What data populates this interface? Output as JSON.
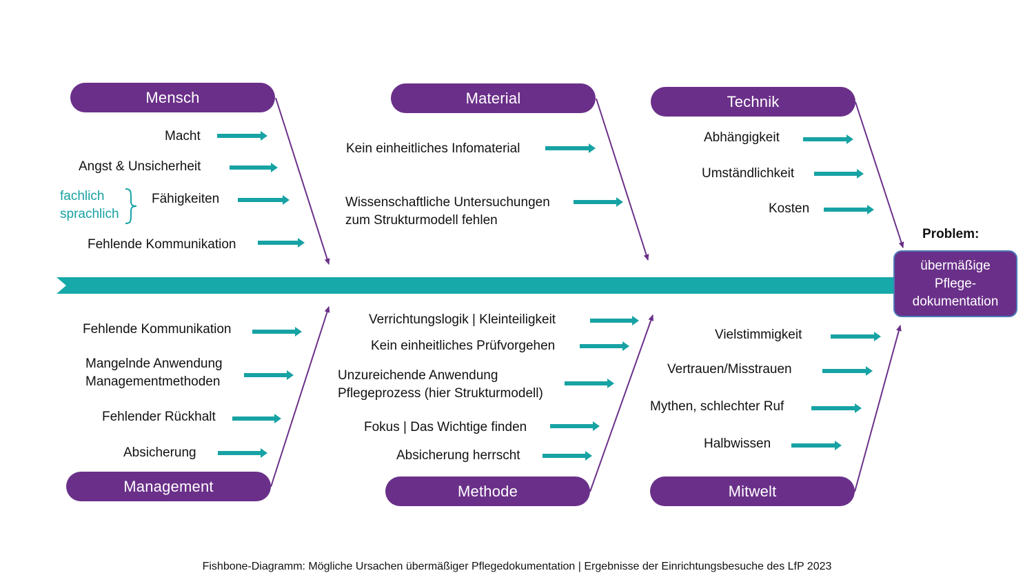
{
  "problem": {
    "label": "Problem:",
    "text": "übermäßige\nPflege-\ndokumentation"
  },
  "caption": "Fishbone-Diagramm: Mögliche Ursachen übermäßiger Pflegedokumentation | Ergebnisse der Einrichtungsbesuche des LfP 2023",
  "categories": {
    "mensch": {
      "label": "Mensch",
      "causes": [
        "Macht",
        "Angst & Unsicherheit",
        "Fähigkeiten",
        "Fehlende Kommunikation"
      ],
      "sub_items": [
        "fachlich",
        "sprachlich"
      ]
    },
    "material": {
      "label": "Material",
      "causes": [
        "Kein einheitliches Infomaterial",
        "Wissenschaftliche Untersuchungen\nzum Strukturmodell fehlen"
      ]
    },
    "technik": {
      "label": "Technik",
      "causes": [
        "Abhängigkeit",
        "Umständlichkeit",
        "Kosten"
      ]
    },
    "management": {
      "label": "Management",
      "causes": [
        "Fehlende Kommunikation",
        "Mangelnde Anwendung\nManagementmethoden",
        "Fehlender Rückhalt",
        "Absicherung"
      ]
    },
    "methode": {
      "label": "Methode",
      "causes": [
        "Verrichtungslogik | Kleinteiligkeit",
        "Kein einheitliches Prüfvorgehen",
        "Unzureichende Anwendung\nPflegeprozess (hier Strukturmodell)",
        "Fokus | Das Wichtige finden",
        "Absicherung herrscht"
      ]
    },
    "mitwelt": {
      "label": "Mitwelt",
      "causes": [
        "Vielstimmigkeit",
        "Vertrauen/Misstrauen",
        "Mythen, schlechter Ruf",
        "Halbwissen"
      ]
    }
  },
  "colors": {
    "spine": "#17a9a9",
    "arrow": "#17a2a4",
    "pill": "#6a3089",
    "bone": "#6a3089",
    "problem_border": "#4a7bb7"
  }
}
